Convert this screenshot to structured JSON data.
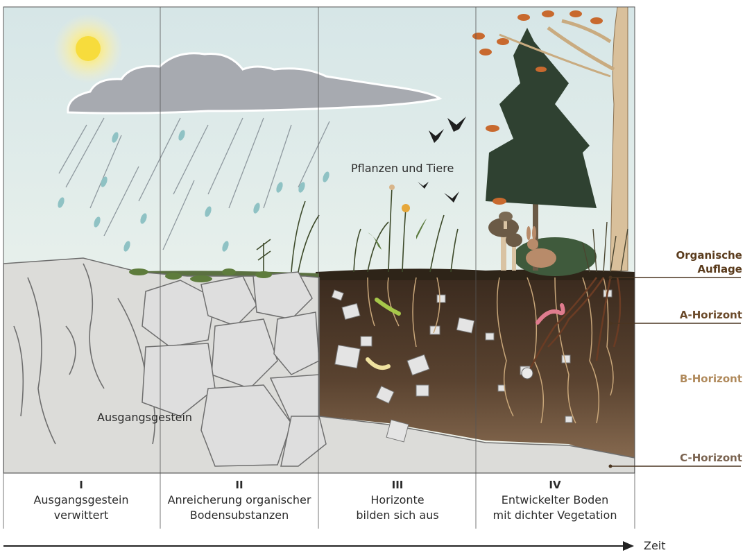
{
  "labels": {
    "plants_animals": "Pflanzen und Tiere",
    "bedrock": "Ausgangsgestein",
    "time": "Zeit"
  },
  "horizons": [
    {
      "name": "Organische\nAuflage",
      "color": "#5a3b1c"
    },
    {
      "name": "A-Horizont",
      "color": "#6b4a2a"
    },
    {
      "name": "B-Horizont",
      "color": "#b08a5c"
    },
    {
      "name": "C-Horizont",
      "color": "#7a6350"
    }
  ],
  "stages": [
    {
      "num": "I",
      "line1": "Ausgangsgestein",
      "line2": "verwittert"
    },
    {
      "num": "II",
      "line1": "Anreicherung organischer",
      "line2": "Bodensubstanzen"
    },
    {
      "num": "III",
      "line1": "Horizonte",
      "line2": "bilden sich aus"
    },
    {
      "num": "IV",
      "line1": "Entwickelter Boden",
      "line2": "mit dichter Vegetation"
    }
  ],
  "colors": {
    "sky_top": "#dbe8e8",
    "sky_bottom": "#f2f6ee",
    "rock": "#dcdcd9",
    "soil_dark": "#3e2d20",
    "soil_light": "#7a6047",
    "cloud": "#a7aab0",
    "sun": "#f7dc3c"
  }
}
